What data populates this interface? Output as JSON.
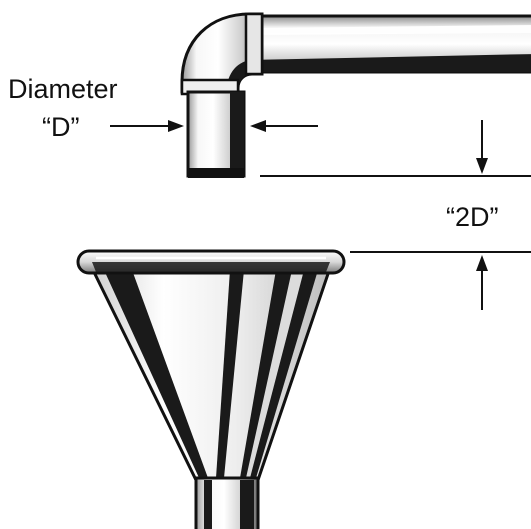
{
  "labels": {
    "diameter_word": "Diameter",
    "diameter_symbol": "“D”",
    "gap_symbol": "“2D”"
  },
  "colors": {
    "ink": "#111111",
    "metal_light": "#f4f4f4",
    "metal_mid": "#cfcfcf",
    "metal_dark": "#1a1a1a"
  },
  "icons": {
    "arrow_shape": "filled-triangle-arrowhead"
  }
}
